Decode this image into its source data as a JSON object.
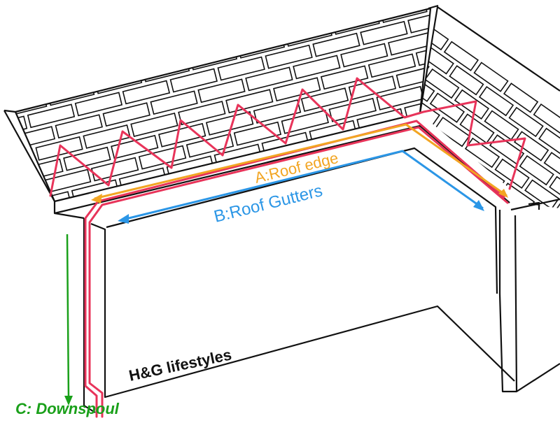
{
  "diagram": {
    "labels": {
      "roof_edge": "A:Roof edge",
      "roof_gutters": "B:Roof  Gutters",
      "downspout": "C: Downspoul",
      "watermark": "H&G lifestyles"
    },
    "colors": {
      "cable": "#e8345a",
      "roof_edge": "#f2a523",
      "roof_gutters": "#2b96e6",
      "downspout": "#1aa01a",
      "outline": "#111111",
      "watermark": "#111111"
    }
  }
}
